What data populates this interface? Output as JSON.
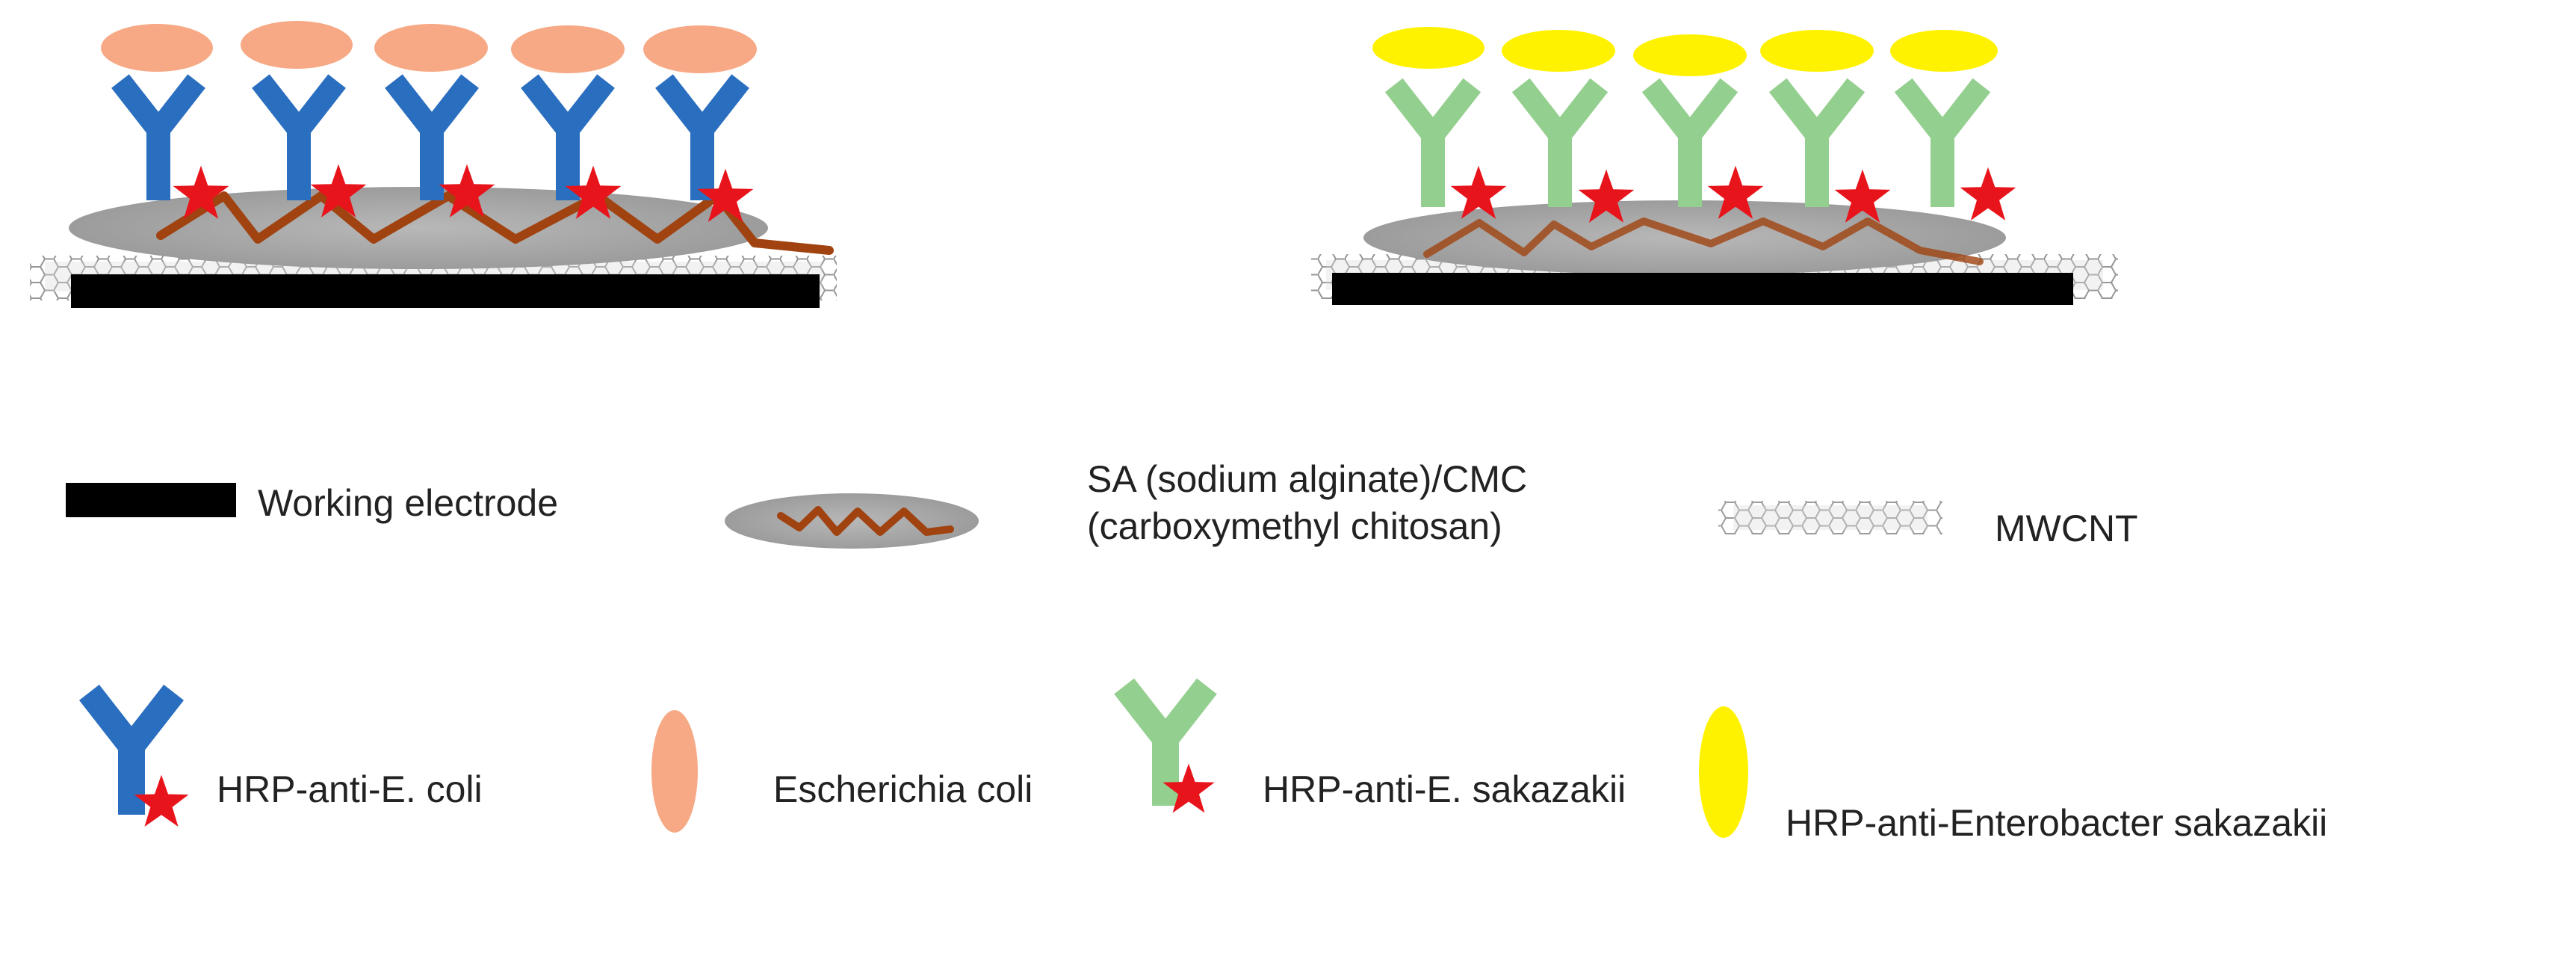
{
  "legend": {
    "working_electrode": "Working electrode",
    "sa_cmc_line1": "SA (sodium alginate)/CMC",
    "sa_cmc_line2": "(carboxymethyl chitosan)",
    "mwcnt": "MWCNT",
    "hrp_anti_ecoli": "HRP-anti-E. coli",
    "escherichia_coli": "Escherichia coli",
    "hrp_anti_esakazakii": "HRP-anti-E. sakazakii",
    "hrp_anti_enterobacter": "HRP-anti-Enterobacter sakazakii"
  },
  "colors": {
    "ecoli_antibody": "#2a6ebf",
    "esak_antibody": "#93cf8e",
    "ecoli_bacteria": "#f7a985",
    "esak_bacteria": "#fff200",
    "star": "#e8141b",
    "polymer": "#a04310",
    "polymer_blob": "#a9a9a9",
    "electrode": "#000000",
    "mwcnt": "#8a8a8a"
  }
}
